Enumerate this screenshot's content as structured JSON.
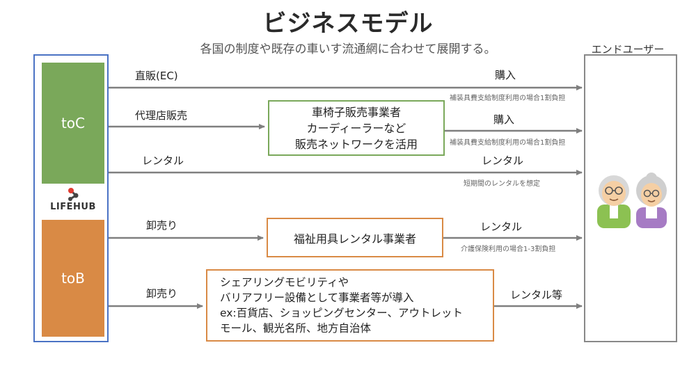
{
  "title": "ビジネスモデル",
  "subtitle": "各国の制度や既存の車いす流通網に合わせて展開する。",
  "end_user_label": "エンドユーザー",
  "left": {
    "toc_label": "toC",
    "tob_label": "toB",
    "logo_text": "LIFEHUB"
  },
  "flows": {
    "direct_label": "直販(EC)",
    "direct_right_label": "購入",
    "direct_note": "補装具費支給制度利用の場合1割負担",
    "agency_label": "代理店販売",
    "agency_right_label": "購入",
    "agency_note": "補装具費支給制度利用の場合1割負担",
    "rental_label": "レンタル",
    "rental_right_label": "レンタル",
    "rental_note": "短期間のレンタルを想定",
    "wholesale1_label": "卸売り",
    "wholesale1_right_label": "レンタル",
    "wholesale1_note": "介護保険利用の場合1-3割負担",
    "wholesale2_label": "卸売り",
    "wholesale2_right_label": "レンタル等"
  },
  "boxes": {
    "dealer_lines": [
      "車椅子販売事業者",
      "カーディーラーなど",
      "販売ネットワークを活用"
    ],
    "welfare_rental": "福祉用具レンタル事業者",
    "sharing_lines": [
      "シェアリングモビリティや",
      "バリアフリー設備として事業者等が導入",
      "ex:百貨店、ショッピングセンター、アウトレット",
      "モール、観光名所、地方自治体"
    ]
  },
  "colors": {
    "toc_green": "#7aa85a",
    "tob_orange": "#d98a45",
    "frame_blue": "#4a72c4",
    "arrow_gray": "#7f7f7f"
  }
}
